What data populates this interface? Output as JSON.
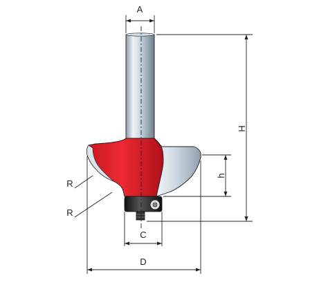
{
  "labels": {
    "A": "A",
    "H": "H",
    "h": "h",
    "R_upper": "R",
    "R_lower": "R",
    "C": "C",
    "D": "D"
  },
  "colors": {
    "cutter": "#E8202B",
    "cutter_dark": "#B5101A",
    "steel": "#B8C6D2",
    "steel_light": "#E6EEF4",
    "bearing": "#2A2A2A",
    "line": "#222222"
  }
}
